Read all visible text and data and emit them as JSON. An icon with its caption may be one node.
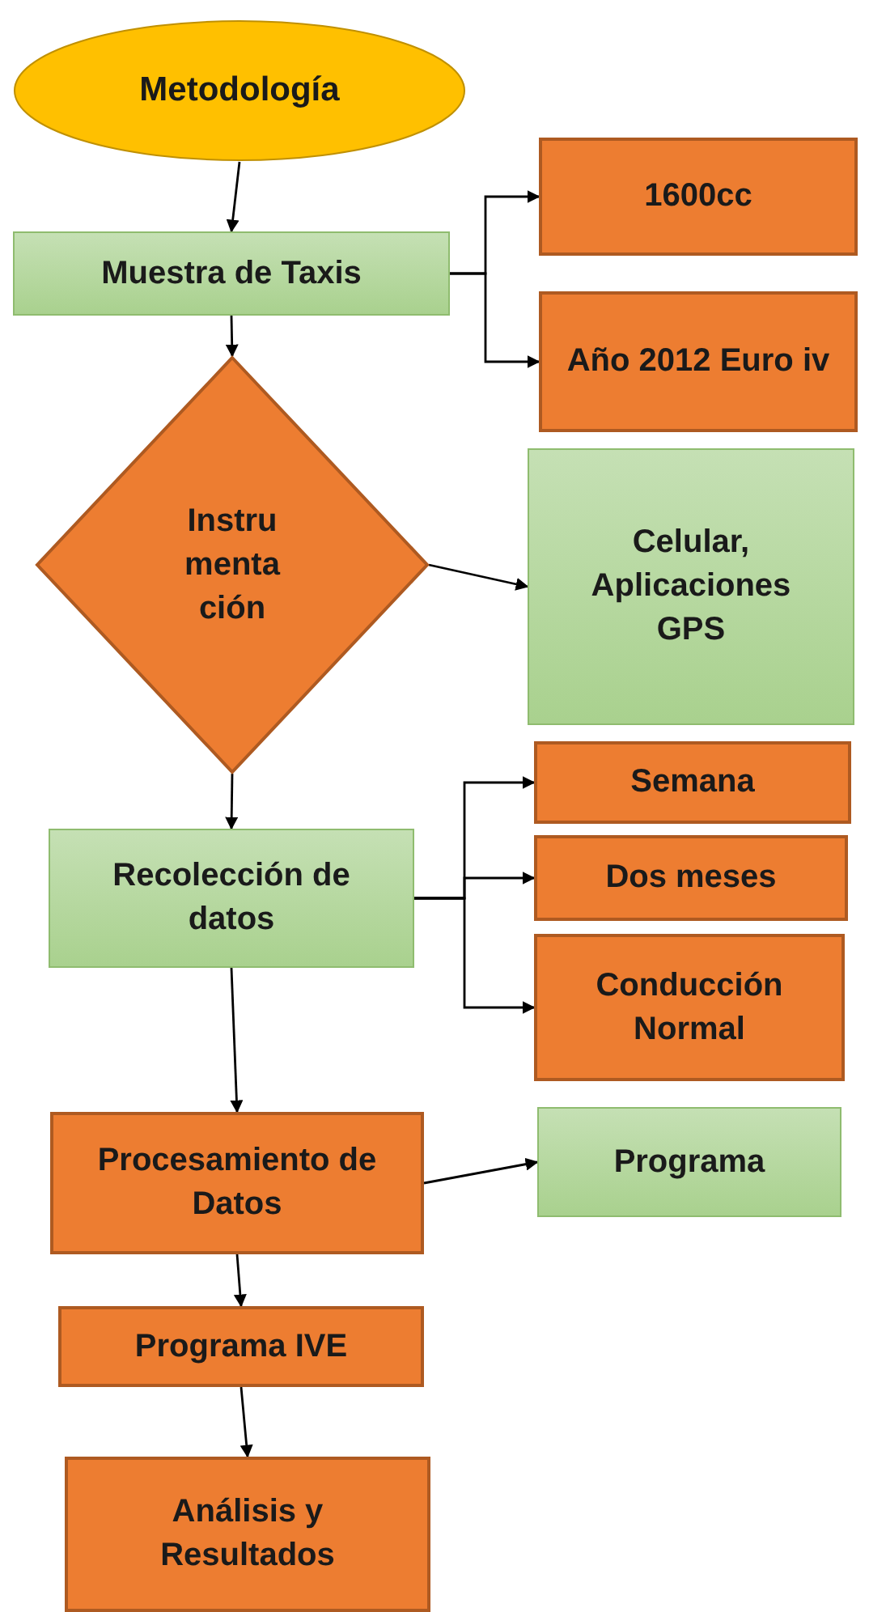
{
  "diagram": {
    "nodes": [
      {
        "text": [
          "Metodología"
        ]
      },
      {
        "text": [
          "Muestra de Taxis"
        ]
      },
      {
        "text": [
          "1600cc"
        ]
      },
      {
        "text": [
          "Año 2012 Euro iv"
        ]
      },
      {
        "text": [
          "Instru menta ción"
        ]
      },
      {
        "text": [
          "Celular, Aplicaciones GPS"
        ]
      },
      {
        "text": [
          "Recolección de datos"
        ]
      },
      {
        "text": [
          "Semana"
        ]
      },
      {
        "text": [
          "Dos meses"
        ]
      },
      {
        "text": [
          "Conducción Normal"
        ]
      },
      {
        "text": [
          "Procesamiento de Datos"
        ]
      },
      {
        "text": [
          "Programa"
        ]
      },
      {
        "text": [
          "Programa IVE"
        ]
      },
      {
        "text": [
          "Análisis y Resultados"
        ]
      }
    ],
    "edges": [
      {
        "from": 0,
        "to": 1,
        "arrow": "to"
      },
      {
        "from": 1,
        "to": 2,
        "arrow": "to"
      },
      {
        "from": 1,
        "to": 3,
        "arrow": "to"
      },
      {
        "from": 1,
        "to": 4,
        "arrow": "to"
      },
      {
        "from": 4,
        "to": 5,
        "arrow": "to"
      },
      {
        "from": 4,
        "to": 6,
        "arrow": "to"
      },
      {
        "from": 6,
        "to": 7,
        "arrow": "to"
      },
      {
        "from": 6,
        "to": 8,
        "arrow": "to"
      },
      {
        "from": 6,
        "to": 9,
        "arrow": "to"
      },
      {
        "from": 6,
        "to": 10,
        "arrow": "to"
      },
      {
        "from": 10,
        "to": 11,
        "arrow": "to"
      },
      {
        "from": 10,
        "to": 12,
        "arrow": "to"
      },
      {
        "from": 12,
        "to": 13,
        "arrow": "to"
      }
    ]
  }
}
